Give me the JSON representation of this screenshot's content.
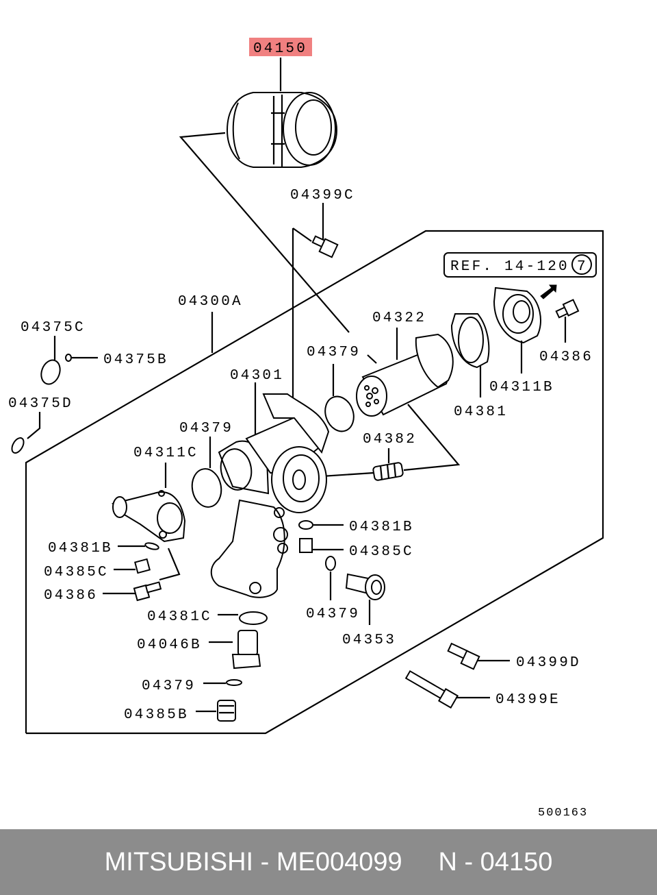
{
  "diagram": {
    "highlight_color": "#f08080",
    "parts": {
      "oil_filter": "04150",
      "bolt_04399C": "04399C",
      "housing_gasket_set": "04300A",
      "oring_04375C": "04375C",
      "oring_04375B": "04375B",
      "oring_04375D": "04375D",
      "housing": "04301",
      "oring_left": "04379",
      "oring_cooler": "04379",
      "cover_04311C": "04311C",
      "gasket_04381B_left": "04381B",
      "plug_04385C_left": "04385C",
      "bolt_04386_left": "04386",
      "gasket_04381C": "04381C",
      "plug_04046B": "04046B",
      "oring_bottom": "04379",
      "plug_04385B": "04385B",
      "oil_cooler": "04322",
      "gasket_04381": "04381",
      "cover_04311B": "04311B",
      "bolt_04386_right": "04386",
      "valve_04382": "04382",
      "gasket_04381B_right": "04381B",
      "plug_04385C_right": "04385C",
      "oring_04379_center": "04379",
      "union_04353": "04353",
      "bolt_04399D": "04399D",
      "bolt_04399E": "04399E"
    },
    "ref_label": "REF. 14-120",
    "ref_number": "7",
    "diagram_code": "500163"
  },
  "footer": {
    "text": "MITSUBISHI - ME004099     N - 04150"
  }
}
